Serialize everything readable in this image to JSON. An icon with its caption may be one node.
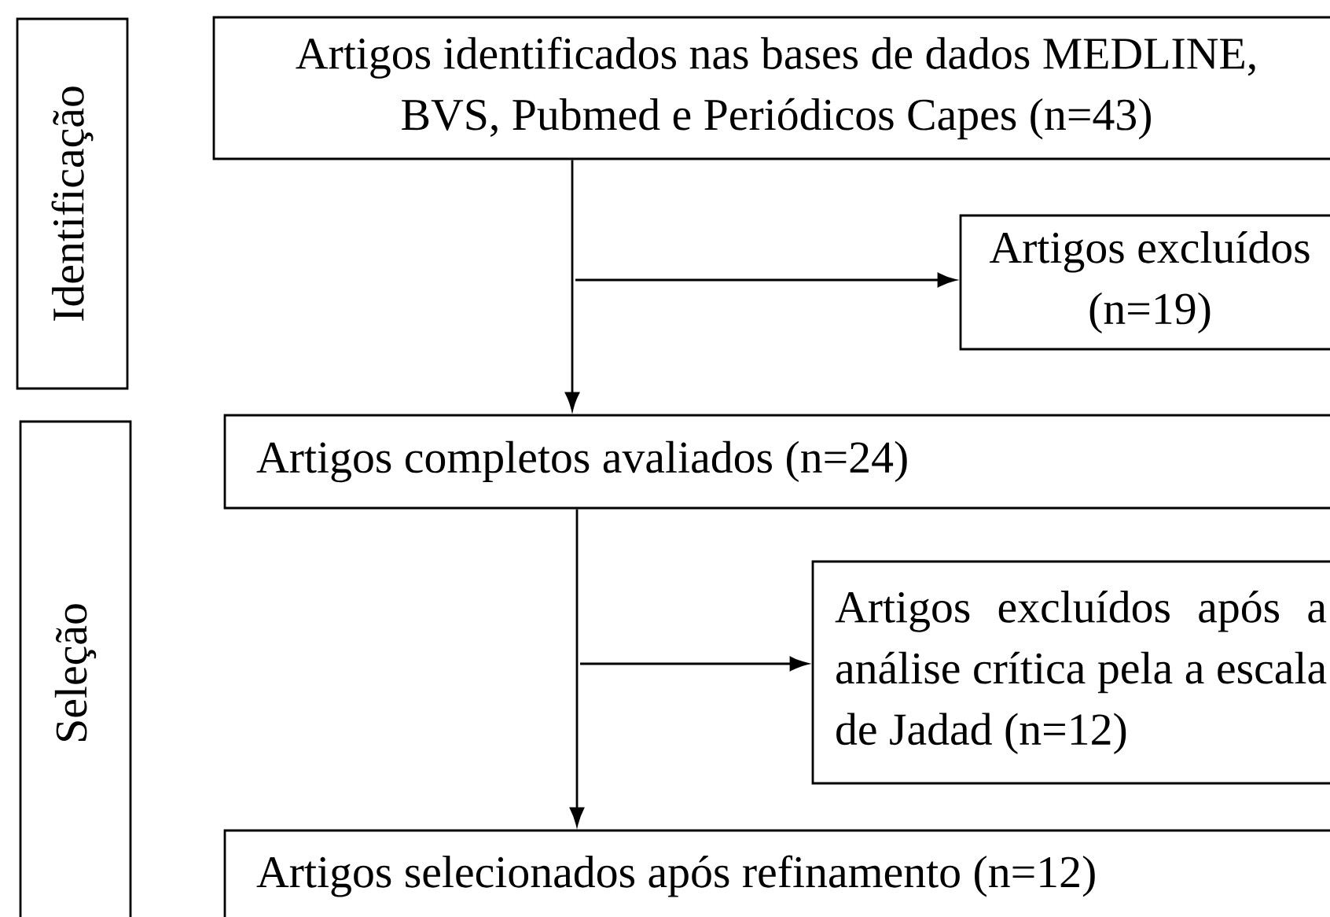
{
  "diagram": {
    "nodes": [
      {
        "text": [
          "Identificação"
        ]
      },
      {
        "text": [
          "Artigos identificados nas bases de dados MEDLINE, BVS, Pubmed e Periódicos Capes (n=43)"
        ]
      },
      {
        "text": [
          "Artigos excluídos (n=19)"
        ]
      },
      {
        "text": [
          "Seleção"
        ]
      },
      {
        "text": [
          "Artigos completos avaliados (n=24)"
        ]
      },
      {
        "text": [
          "Artigos excluídos após a análise crítica pela a escala de Jadad (n=12)"
        ]
      },
      {
        "text": [
          "Artigos selecionados após refinamento (n=12)"
        ]
      }
    ],
    "edges": [
      {
        "from": 1,
        "to": 4,
        "arrow": "to"
      },
      {
        "from": 1,
        "to": 2,
        "arrow": "to"
      },
      {
        "from": 4,
        "to": 6,
        "arrow": "to"
      },
      {
        "from": 4,
        "to": 5,
        "arrow": "to"
      }
    ]
  }
}
